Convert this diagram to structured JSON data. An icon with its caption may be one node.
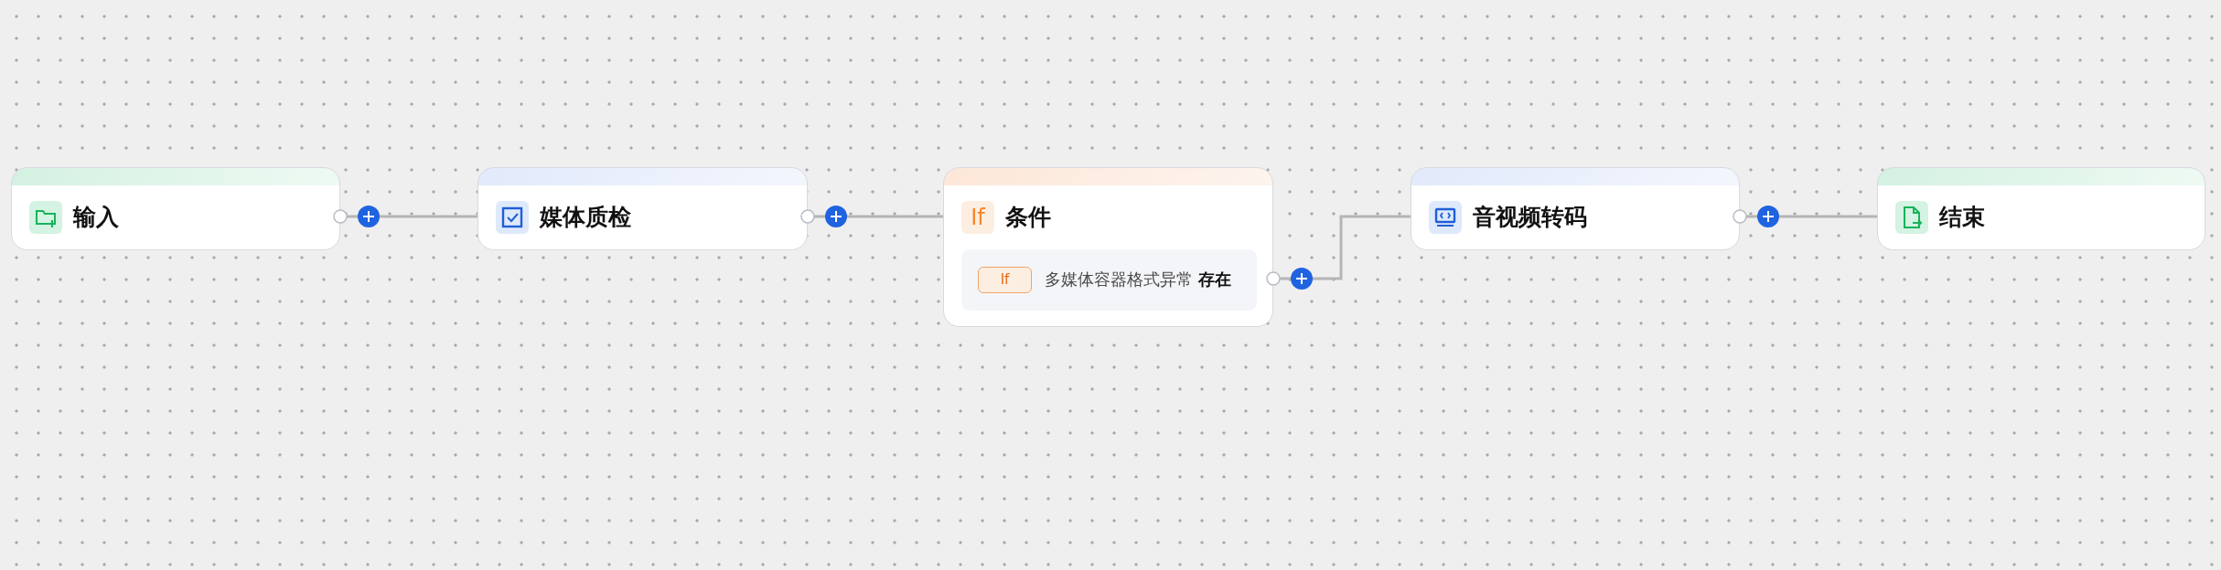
{
  "diagram": {
    "nodes": [
      {
        "text": [
          "输入"
        ]
      },
      {
        "text": [
          "媒体质检"
        ]
      },
      {
        "text": [
          "If",
          "条件"
        ]
      },
      {
        "text": [
          "多媒体容器格式异常 **存在**"
        ],
        "in": 2
      },
      {
        "text": [
          "If"
        ],
        "in": 3
      },
      {
        "text": [
          "音视频转码"
        ]
      },
      {
        "text": [
          "结束"
        ]
      }
    ],
    "edges": [
      {
        "from": 0,
        "to": 1,
        "arrow": "none"
      },
      {
        "from": 1,
        "to": 2,
        "arrow": "none"
      },
      {
        "from": 2,
        "to": 5,
        "arrow": "none"
      },
      {
        "from": 5,
        "to": 6,
        "arrow": "none"
      }
    ]
  }
}
